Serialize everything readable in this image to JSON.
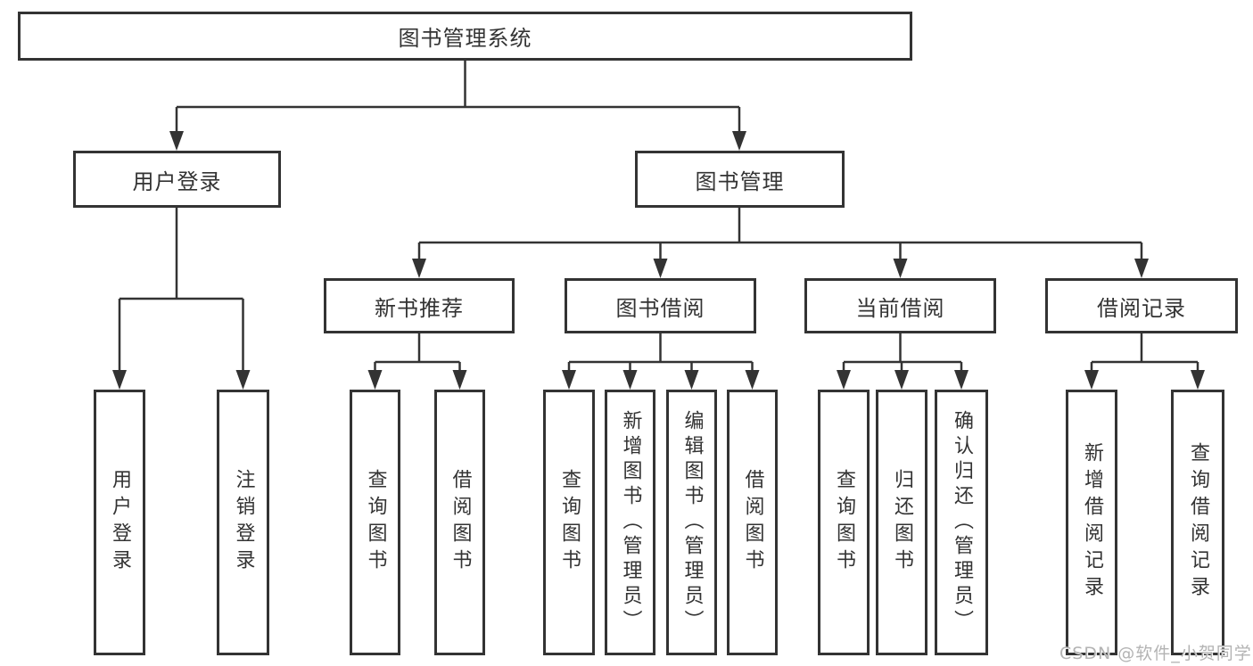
{
  "diagram": {
    "type": "tree-diagram",
    "tree": {
      "label": "图书管理系统",
      "children": [
        {
          "label": "用户登录",
          "children": [
            {
              "label": "用户登录"
            },
            {
              "label": "注销登录"
            }
          ]
        },
        {
          "label": "图书管理",
          "children": [
            {
              "label": "新书推荐",
              "children": [
                {
                  "label": "查询图书"
                },
                {
                  "label": "借阅图书"
                }
              ]
            },
            {
              "label": "图书借阅",
              "children": [
                {
                  "label": "查询图书"
                },
                {
                  "label": "新增图书（管理员）"
                },
                {
                  "label": "编辑图书（管理员）"
                },
                {
                  "label": "借阅图书"
                }
              ]
            },
            {
              "label": "当前借阅",
              "children": [
                {
                  "label": "查询图书"
                },
                {
                  "label": "归还图书"
                },
                {
                  "label": "确认归还（管理员）"
                }
              ]
            },
            {
              "label": "借阅记录",
              "children": [
                {
                  "label": "新增借阅记录"
                },
                {
                  "label": "查询借阅记录"
                }
              ]
            }
          ]
        }
      ]
    },
    "colors": {
      "line": "#333333",
      "text": "#333333",
      "box_background": "#ffffff",
      "watermark": "#b3b3b3"
    }
  },
  "watermark": "CSDN @软件_小贺同学"
}
